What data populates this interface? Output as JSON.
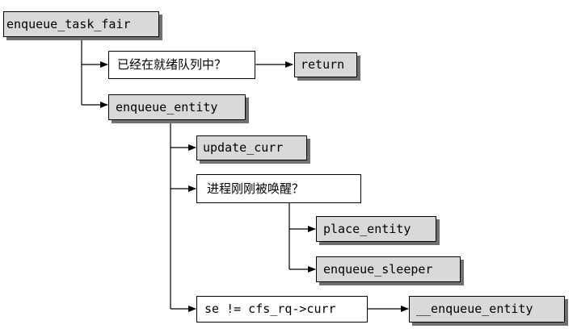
{
  "nodes": {
    "enqueue_task_fair": "enqueue_task_fair",
    "already_queued_check": "已经在就绪队列中？",
    "return": "return",
    "enqueue_entity": "enqueue_entity",
    "update_curr": "update_curr",
    "just_woken_check": "进程刚刚被唤醒？",
    "place_entity": "place_entity",
    "enqueue_sleeper": "enqueue_sleeper",
    "se_not_curr_check": "se != cfs_rq->curr",
    "__enqueue_entity": "__enqueue_entity"
  },
  "colors": {
    "function_box_fill": "#d9d9d9",
    "function_box_shadow": "#707070",
    "condition_box_fill": "#ffffff",
    "line": "#000000"
  }
}
